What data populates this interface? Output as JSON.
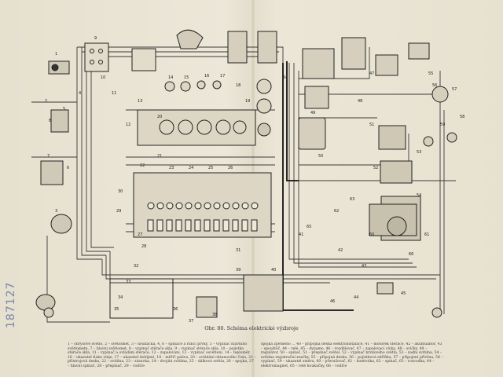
{
  "caption": "Obr. 80. Schéma elektrické výzbroje",
  "stamp_text": "187127",
  "legend_left": "1 – obrysové světlo, 2 – světlomet, 3 – houkačka, 4, 6 – spínače a řídicí prvky, 5 – vypínač hlavního světlometu, 7 – hlavní světlomet, 8 – vypínač stěrače skla, 9 – vypínač stěrače skla, 10 – pojistka stěrače skla, 11 – vypínač a ovládání stěrače, 12 – zapalování, 13 – vypínač osvětlení, 14 – teploměr, 16 – ukazatel tlaku oleje, 17 – ukazatel dobíjení, 18 – měřič paliva, 20 – ovládání oktanového čísla, 21 – přístrojová deska, 22 – svítilna, 23 – zásuvka, 24 – dvojitá svítilna, 25 – dálková světla, 26 – spojka, 27 – hlavní spínač, 28 – přepínač, 29 – vodiče",
  "legend_right": "spojka zpětného ... 40 – přípojná deska elektroinstalace, 41 – motorek stěrače, 42 – akumulátor, 43 – spouštěč, 44 – relé, 45 – dynamo, 46 – rozdělovač, 47 – zapalovací cívka, 48 – svíčky, 49 – regulátor, 50 – spínač, 51 – přepínač světel, 52 – vypínač brzdového světla, 53 – zadní svítilna, 54 – svítilna registrační značky, 55 – přípojná deska, 56 – pojistková skříňka, 57 – připojení přívěsu, 58 – vypínač, 59 – ukazatel směru, 60 – přerušovač, 61 – kontrolka, 62 – spínač, 63 – rozvodka, 64 – elektromagnet, 65 – relé houkačky, 66 – vodiče",
  "component_numbers": [
    "1",
    "2",
    "3",
    "4",
    "5",
    "6",
    "7",
    "8",
    "9",
    "10",
    "11",
    "12",
    "13",
    "14",
    "15",
    "16",
    "17",
    "18",
    "19",
    "20",
    "21",
    "22",
    "23",
    "24",
    "25",
    "26",
    "27",
    "28",
    "29",
    "30",
    "31",
    "32",
    "33",
    "34",
    "35",
    "36",
    "37",
    "38",
    "39",
    "40",
    "41",
    "42",
    "43",
    "44",
    "45",
    "46",
    "47",
    "48",
    "49",
    "50",
    "51",
    "52",
    "53",
    "54",
    "55",
    "56",
    "57",
    "58",
    "59",
    "60",
    "61",
    "62",
    "63",
    "64",
    "65",
    "66"
  ]
}
